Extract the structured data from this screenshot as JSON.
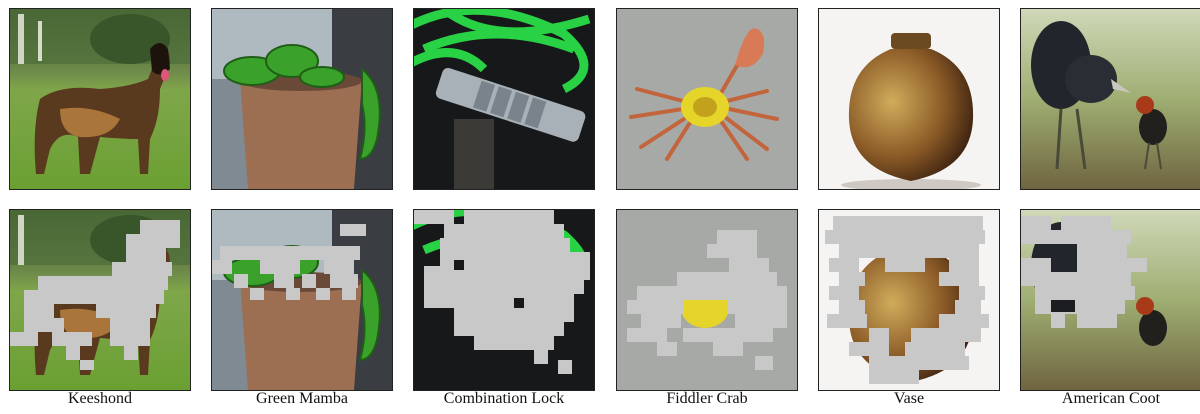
{
  "figure": {
    "captions": [
      "Keeshond",
      "Green Mamba",
      "Combination Lock",
      "Fiddler Crab",
      "Vase",
      "American Coot"
    ]
  }
}
